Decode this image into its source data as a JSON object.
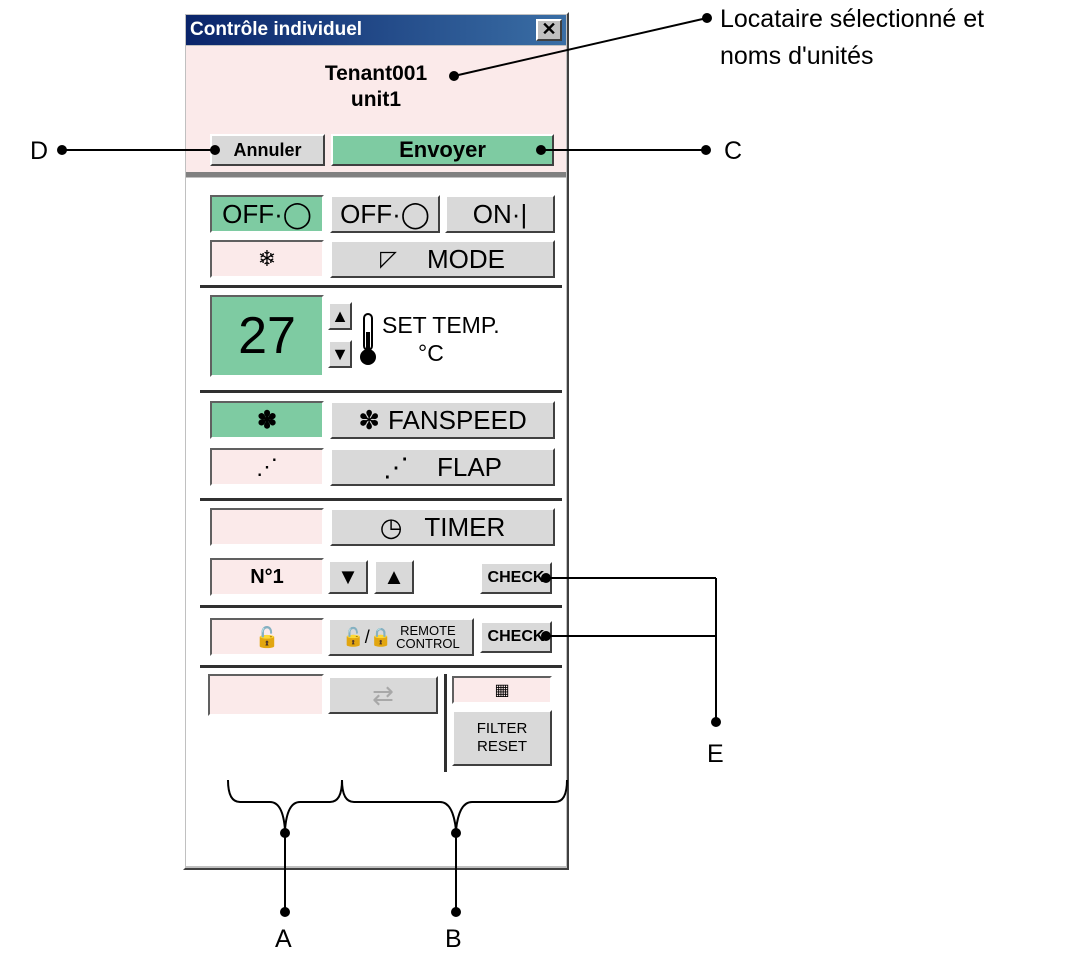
{
  "window": {
    "title": "Contrôle individuel",
    "close_glyph": "✕",
    "tenant": "Tenant001",
    "unit": "unit1"
  },
  "actions": {
    "cancel_label": "Annuler",
    "send_label": "Envoyer"
  },
  "power": {
    "status": "OFF·◯",
    "off_label": "OFF·◯",
    "on_label": "ON·|"
  },
  "mode": {
    "status_icon": "snowflake-icon",
    "status_glyph": "❄",
    "mode_icon_glyph": "◸",
    "mode_label": "MODE"
  },
  "temperature": {
    "value": "27",
    "up_glyph": "▲",
    "down_glyph": "▼",
    "label_line1": "SET TEMP.",
    "label_line2": "°C"
  },
  "fanspeed": {
    "status_glyph": "✽",
    "icon_glyph": "✽",
    "label": "FANSPEED"
  },
  "flap": {
    "status_glyph": "⋰",
    "icon_glyph": "⋰",
    "label": "FLAP"
  },
  "timer": {
    "status": "",
    "icon_glyph": "◷",
    "label": "TIMER",
    "number": "N°1",
    "down_glyph": "▼",
    "up_glyph": "▲",
    "check_label": "CHECK"
  },
  "remote": {
    "status_glyph": "🔓",
    "icon_glyph": "🔓/🔒",
    "label_line1": "REMOTE",
    "label_line2": "CONTROL",
    "check_label": "CHECK"
  },
  "filter": {
    "status": "",
    "vent_glyph": "⇄",
    "filter_icon_glyph": "▦",
    "reset_line1": "FILTER",
    "reset_line2": "RESET"
  },
  "callouts": {
    "tenant_note_line1": "Locataire sélectionné et",
    "tenant_note_line2": "noms d'unités",
    "C": "C",
    "D": "D",
    "E": "E",
    "A": "A",
    "B": "B"
  },
  "colors": {
    "accent_green": "#7ecba2",
    "header_pink": "#fbeaea",
    "titlebar_blue": "#0a246a"
  }
}
